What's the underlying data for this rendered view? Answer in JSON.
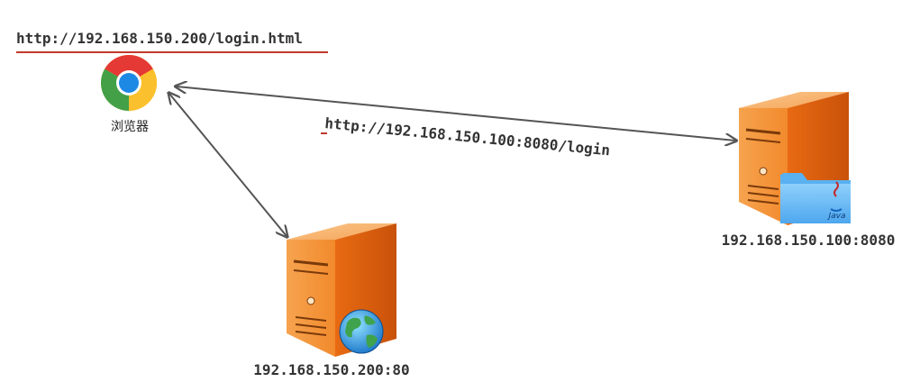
{
  "browser": {
    "url": "http://192.168.150.200/login.html",
    "label": "浏览器",
    "icon": "chrome-browser-icon"
  },
  "request": {
    "url": "http://192.168.150.100:8080/login"
  },
  "nginx_server": {
    "address": "192.168.150.200:80",
    "icon": "globe-icon"
  },
  "java_server": {
    "address": "192.168.150.100:8080",
    "icon": "java-folder-icon",
    "folder_badge": "Java"
  },
  "colors": {
    "underline": "#c0392b",
    "arrow": "#555555",
    "server_orange": "#f07a1e",
    "folder_blue": "#64b5f6"
  }
}
